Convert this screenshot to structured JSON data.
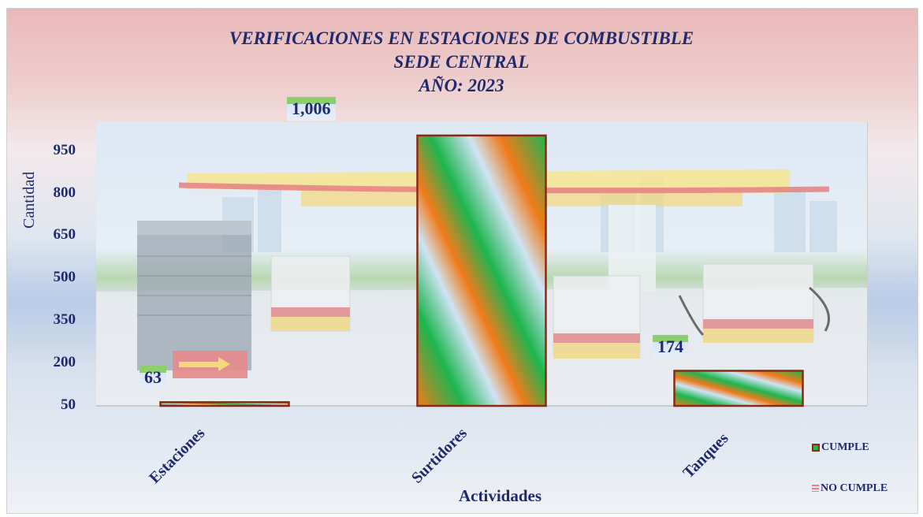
{
  "chart_data": {
    "type": "bar",
    "title_lines": [
      "VERIFICACIONES EN ESTACIONES DE COMBUSTIBLE",
      "SEDE CENTRAL",
      "AÑO: 2023"
    ],
    "xlabel": "Actividades",
    "ylabel": "Cantidad",
    "categories": [
      "Estaciones",
      "Surtidores",
      "Tanques"
    ],
    "series": [
      {
        "name": "CUMPLE",
        "values": [
          63,
          1006,
          174
        ]
      },
      {
        "name": "NO CUMPLE",
        "values": [
          0,
          0,
          0
        ]
      }
    ],
    "value_labels": [
      "63",
      "1,006",
      "174"
    ],
    "yticks": [
      50,
      200,
      350,
      500,
      650,
      800,
      950
    ],
    "ytick_labels": [
      "50",
      "200",
      "350",
      "500",
      "650",
      "800",
      "950"
    ],
    "ylim": [
      50,
      1050
    ],
    "grid": false,
    "legend_position": "bottom-right",
    "colors": {
      "cumple_dark": "#8b2a10",
      "cumple_green": "#1db64f",
      "cumple_orange": "#f07a1a",
      "no_cumple": "#f08080",
      "text": "#1f2a6e"
    }
  }
}
